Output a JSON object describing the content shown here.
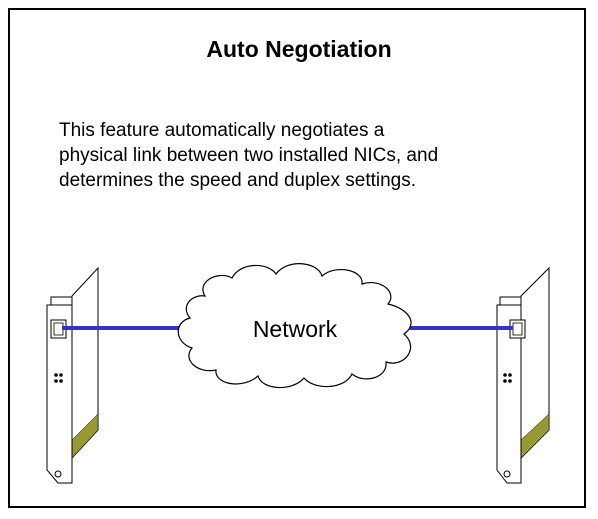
{
  "slide": {
    "title": "Auto Negotiation",
    "description_lines": [
      "This feature automatically negotiates a",
      "physical link between two installed NICs, and",
      "determines the speed and duplex settings."
    ]
  },
  "diagram": {
    "cloud_label": "Network",
    "link_color": "#3333cc",
    "connector_color": "#999933"
  }
}
